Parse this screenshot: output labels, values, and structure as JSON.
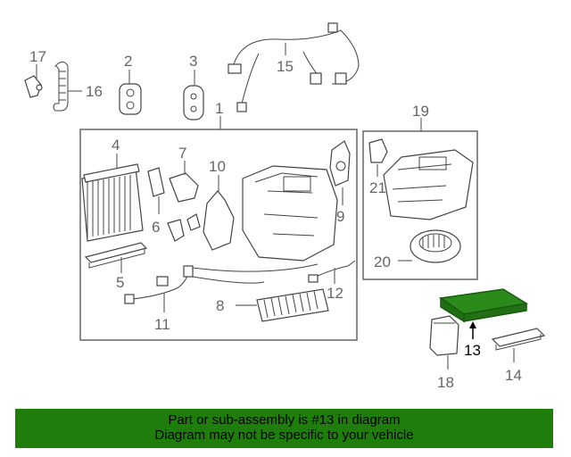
{
  "callouts": {
    "c1": "1",
    "c2": "2",
    "c3": "3",
    "c4": "4",
    "c5": "5",
    "c6": "6",
    "c7": "7",
    "c8": "8",
    "c9": "9",
    "c10": "10",
    "c11": "11",
    "c12": "12",
    "c13": "13",
    "c14": "14",
    "c15": "15",
    "c16": "16",
    "c17": "17",
    "c18": "18",
    "c19": "19",
    "c20": "20",
    "c21": "21"
  },
  "highlight": {
    "part": "13",
    "color": "#2a8a1a"
  },
  "banner": {
    "line1": "Part or sub-assembly is #13 in diagram",
    "line2": "Diagram may not be specific to your vehicle",
    "color": "#1f7d0c"
  }
}
